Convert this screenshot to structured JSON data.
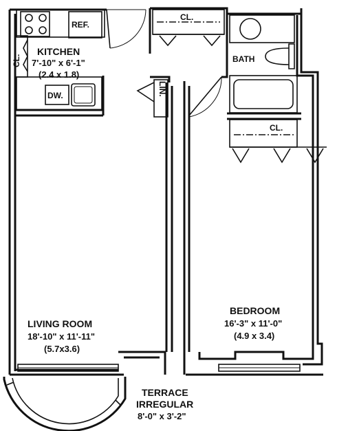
{
  "plan": {
    "kitchen": {
      "name": "KITCHEN",
      "dim_ft": "7'-10\" x 6'-1\"",
      "dim_m": "(2.4 x 1.8)"
    },
    "living": {
      "name": "LIVING ROOM",
      "dim_ft": "18'-10\" x 11'-11\"",
      "dim_m": "(5.7x3.6)"
    },
    "bedroom": {
      "name": "BEDROOM",
      "dim_ft": "16'-3\" x 11'-0\"",
      "dim_m": "(4.9 x 3.4)"
    },
    "terrace": {
      "name1": "TERRACE",
      "name2": "IRREGULAR",
      "dim_ft": "8'-0\" x 3'-2\""
    },
    "fixtures": {
      "ref": "REF.",
      "dw": "DW.",
      "bath": "BATH",
      "lin": "LIN.",
      "closet_top": "CL.",
      "closet_bed": "CL.",
      "closet_kitchen": "CL."
    }
  }
}
